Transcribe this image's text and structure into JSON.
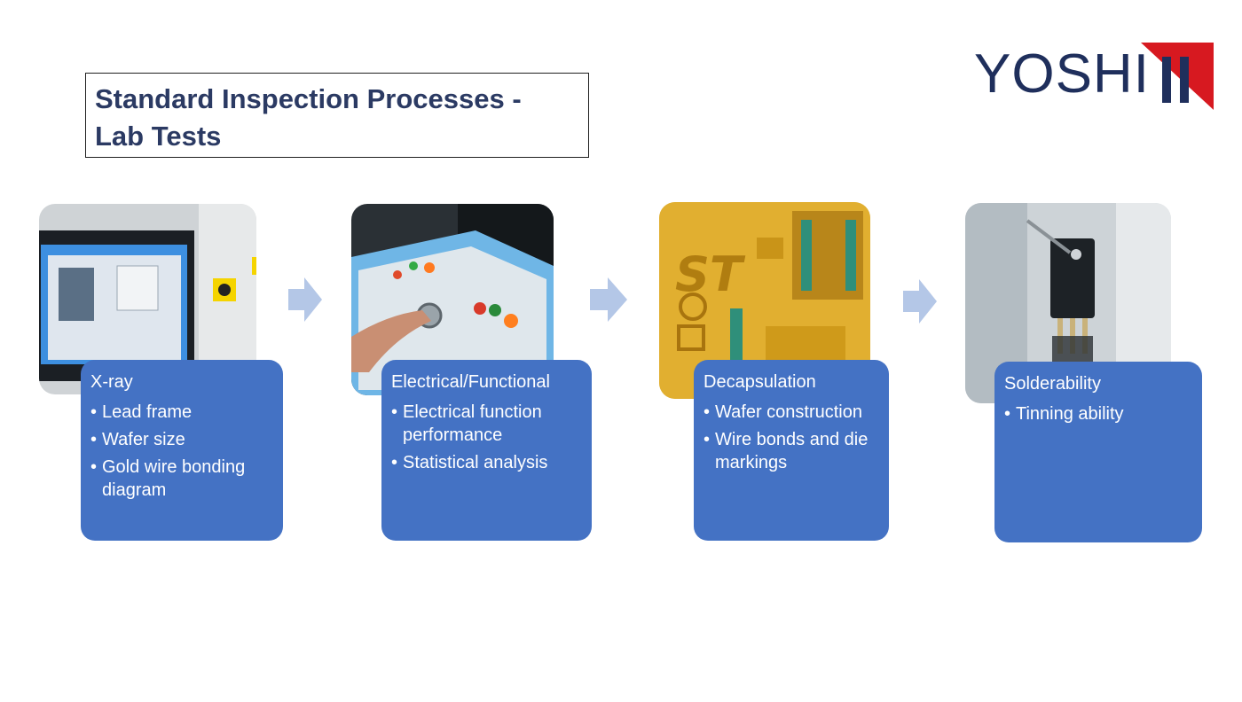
{
  "title": "Standard Inspection Processes - Lab Tests",
  "logo": {
    "text": "YOSHI",
    "brand_color": "#1f2f5c",
    "accent_color": "#d71920"
  },
  "accent": {
    "card_bg": "#4472c4",
    "arrow": "#b4c7e7"
  },
  "steps": [
    {
      "title": "X-ray",
      "image": "x-ray-machine-monitor-photo",
      "bullets": [
        "Lead frame",
        "Wafer size",
        "Gold wire bonding diagram"
      ]
    },
    {
      "title": "Electrical/Functional",
      "image": "test-panel-button-photo",
      "bullets": [
        "Electrical function performance",
        "Statistical analysis"
      ]
    },
    {
      "title": "Decapsulation",
      "image": "die-microscope-photo",
      "bullets": [
        "Wafer construction",
        "Wire bonds and die markings"
      ]
    },
    {
      "title": "Solderability",
      "image": "component-tinning-photo",
      "bullets": [
        "Tinning ability"
      ]
    }
  ]
}
